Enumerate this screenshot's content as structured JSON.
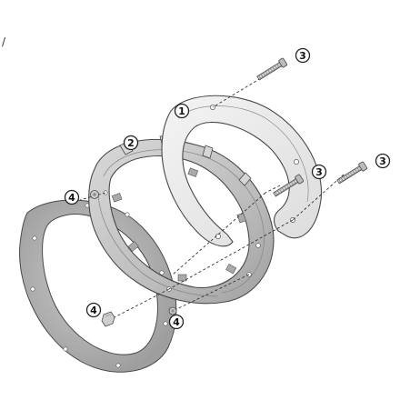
{
  "callouts": [
    {
      "id": "1",
      "label": "1"
    },
    {
      "id": "2",
      "label": "2"
    },
    {
      "id": "3a",
      "label": "3"
    },
    {
      "id": "3b",
      "label": "3"
    },
    {
      "id": "3c",
      "label": "3"
    },
    {
      "id": "4a",
      "label": "4"
    },
    {
      "id": "4b",
      "label": "4"
    },
    {
      "id": "4c",
      "label": "4"
    }
  ],
  "corner_mark": "/",
  "colors": {
    "line": "#333333",
    "metal_light": "#e6e6e6",
    "metal_mid": "#c4c4c4",
    "metal_dark": "#9a9a9a",
    "gasket": "#b5b5b5",
    "outline": "#4a4a4a"
  }
}
